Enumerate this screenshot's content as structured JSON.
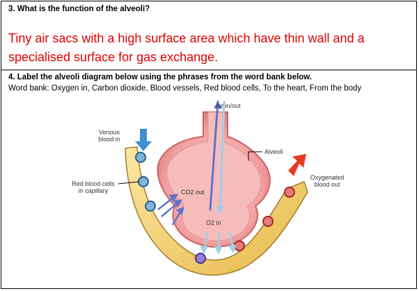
{
  "q3": {
    "title": "3.   What is the function of the alveoli?",
    "answer": "Tiny air sacs with a high surface area which have thin wall and a specialised surface for gas exchange."
  },
  "q4": {
    "title": "4.   Label the alveoli diagram below using the phrases from the word bank below.",
    "word_bank": "Word bank: Oxygen in, Carbon dioxide, Blood vessels, Red blood cells, To the heart, From the body"
  },
  "diagram": {
    "air": "Air in/out",
    "venous_1": "Venous",
    "venous_2": "blood in",
    "alveoli": "Alveoli",
    "rbc_1": "Red blood cells",
    "rbc_2": "in capillary",
    "co2": "CO2 out",
    "o2": "O2 in",
    "oxy_1": "Oxygenated",
    "oxy_2": "blood out"
  },
  "colors": {
    "answer_red": "#e00000",
    "alveoli_pink": "#f4a7a7",
    "capillary_yellow": "#f5d77a",
    "arrow_blue": "#3d8fd1",
    "arrow_red": "#e8391f"
  }
}
